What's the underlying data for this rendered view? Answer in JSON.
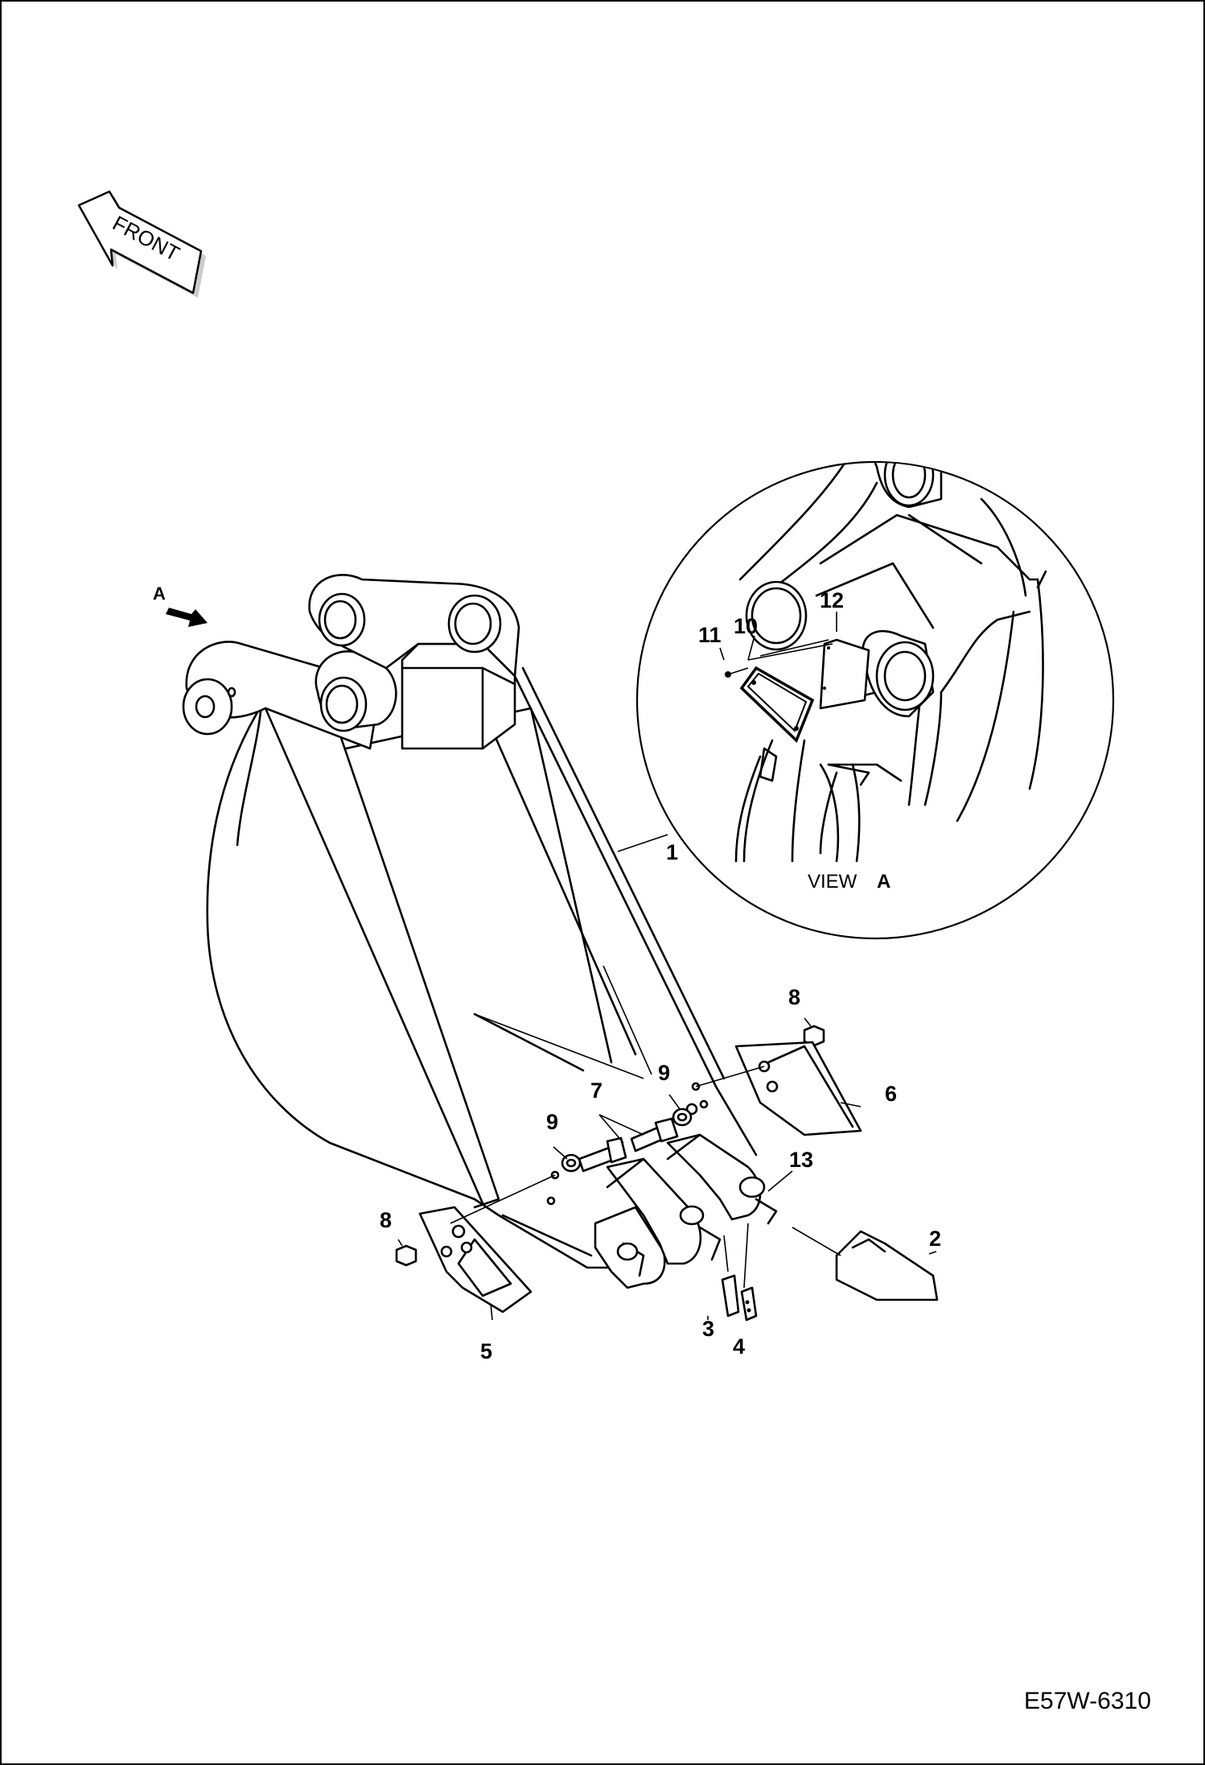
{
  "front_label": "FRONT",
  "view_label": {
    "word": "VIEW",
    "letter": "A"
  },
  "view_marker": "A",
  "drawing_code": "E57W-6310",
  "callouts": {
    "c1": "1",
    "c2": "2",
    "c3": "3",
    "c4": "4",
    "c5": "5",
    "c6": "6",
    "c7": "7",
    "c8_left": "8",
    "c8_right": "8",
    "c9_left": "9",
    "c9_right": "9",
    "c10": "10",
    "c11": "11",
    "c12": "12",
    "c13": "13"
  }
}
